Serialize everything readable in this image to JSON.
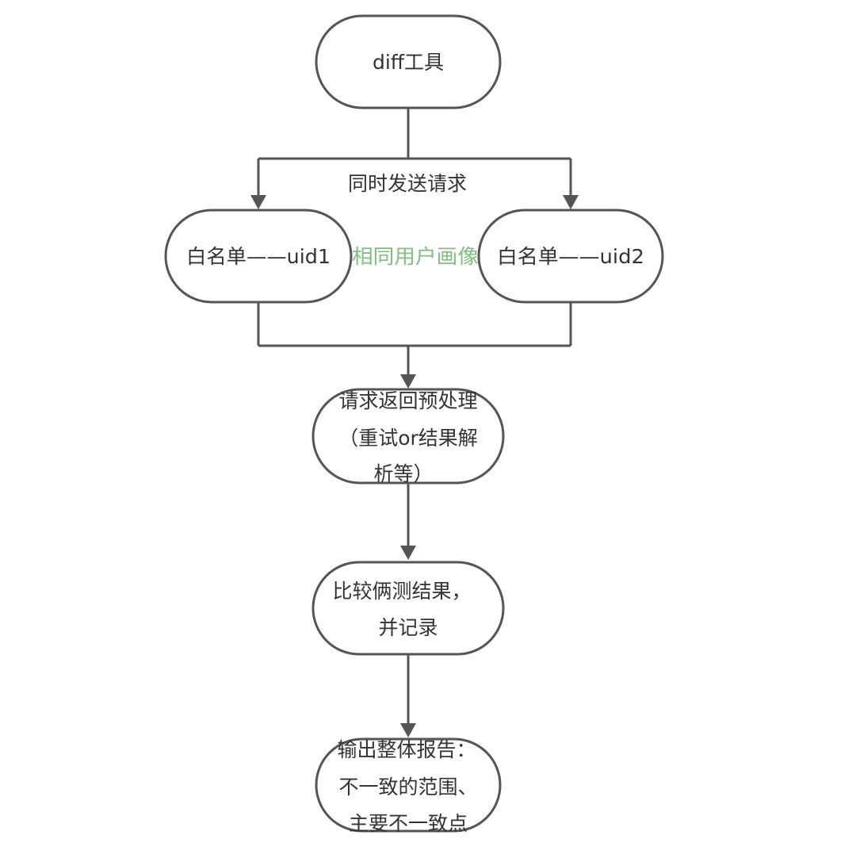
{
  "nodes": {
    "diff_tool": {
      "label": "diff工具"
    },
    "whitelist_uid1": {
      "label": "白名单——uid1"
    },
    "whitelist_uid2": {
      "label": "白名单——uid2"
    },
    "preprocess": {
      "lines": [
        "请求返回预处理",
        "（重试or结果解",
        "析等）"
      ]
    },
    "compare": {
      "lines": [
        "比较俩测结果，",
        "并记录"
      ]
    },
    "report": {
      "lines": [
        "输出整体报告：",
        "不一致的范围、",
        "主要不一致点"
      ]
    }
  },
  "edges": {
    "send_label": "同时发送请求",
    "same_profile_label": "相同用户画像"
  },
  "colors": {
    "stroke": "#555555",
    "text": "#333333",
    "annotation": "#7fbf7f"
  }
}
